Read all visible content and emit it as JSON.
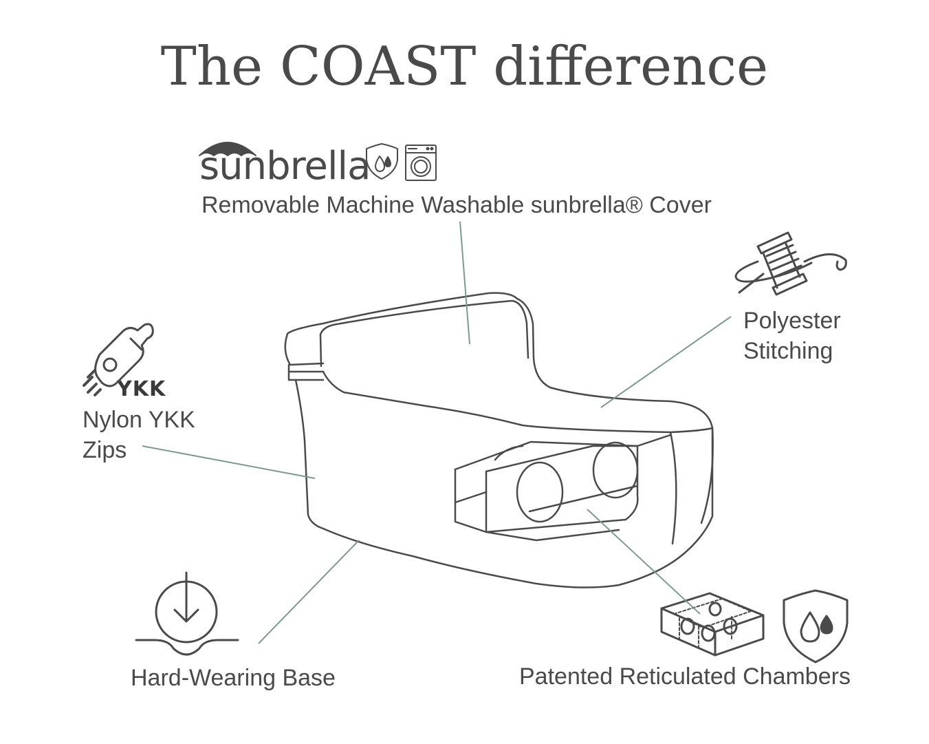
{
  "title": "The COAST difference",
  "brands": {
    "sunbrella": "sunbrella",
    "ykk": "YKK"
  },
  "features": {
    "cover": "Removable Machine Washable sunbrella® Cover",
    "stitching": [
      "Polyester",
      "Stitching"
    ],
    "zips": [
      "Nylon YKK",
      "Zips"
    ],
    "base": "Hard-Wearing Base",
    "chambers": "Patented Reticulated Chambers"
  },
  "icons": {
    "umbrella": "umbrella-icon",
    "water_shield": "water-shield-icon",
    "washing_machine": "washing-machine-icon",
    "thread_needle": "thread-spool-needle-icon",
    "zipper": "zipper-pull-icon",
    "base": "download-arrow-base-icon",
    "chambers": "reticulated-chambers-icon",
    "shield_large": "water-shield-icon"
  },
  "colors": {
    "text": "#4a4a4a",
    "outline": "#4a4a4a",
    "leader": "#7a9a90"
  }
}
